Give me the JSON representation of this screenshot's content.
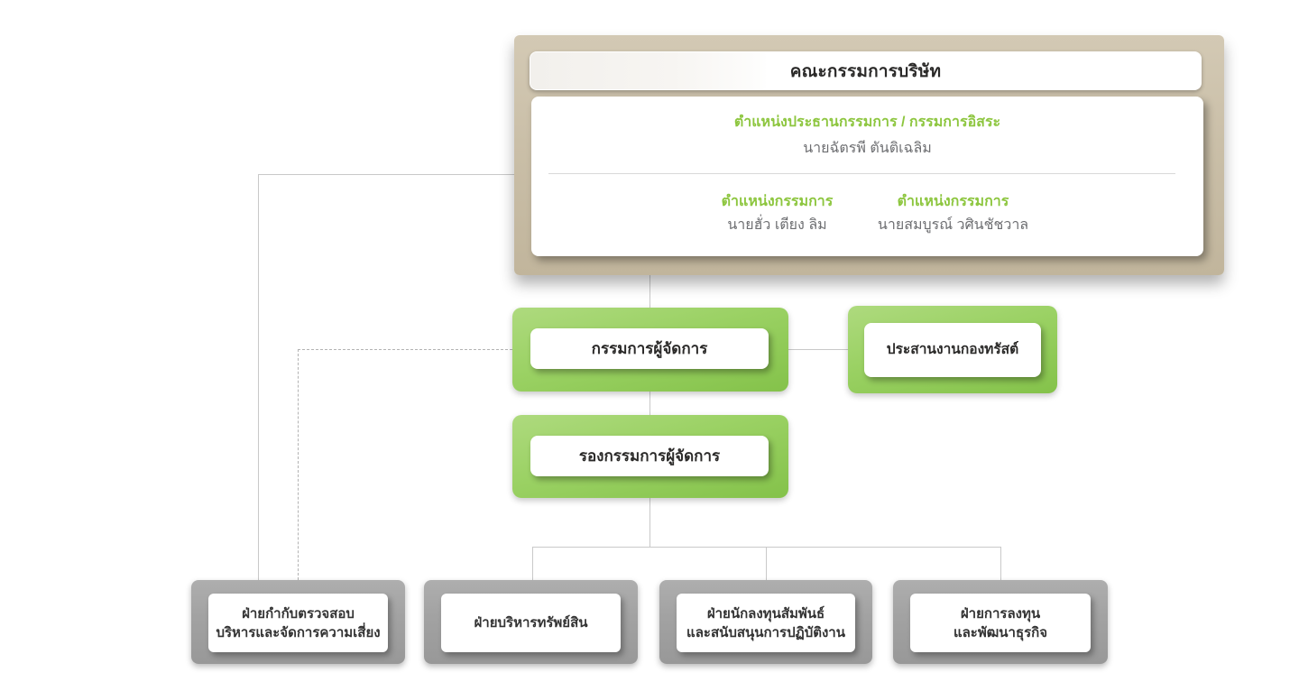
{
  "org_chart": {
    "board": {
      "title": "คณะกรรมการบริษัท",
      "chairman_role": "ตำแหน่งประธานกรรมการ / กรรมการอิสระ",
      "chairman_name": "นายฉัตรพี ตันติเฉลิม",
      "director1_role": "ตำแหน่งกรรมการ",
      "director1_name": "นายฮั่ว เตียง ลิม",
      "director2_role": "ตำแหน่งกรรมการ",
      "director2_name": "นายสมบูรณ์ วศินชัชวาล"
    },
    "nodes": {
      "managing_director": "กรรมการผู้จัดการ",
      "trust_coordination": "ประสานงานกองทรัสต์",
      "deputy_managing_director": "รองกรรมการผู้จัดการ",
      "dept_compliance_line1": "ฝ่ายกำกับตรวจสอบ",
      "dept_compliance_line2": "บริหารและจัดการความเสี่ยง",
      "dept_property": "ฝ่ายบริหารทรัพย์สิน",
      "dept_investor_relations_line1": "ฝ่ายนักลงทุนสัมพันธ์",
      "dept_investor_relations_line2": "และสนับสนุนการปฏิบัติงาน",
      "dept_investment_line1": "ฝ่ายการลงทุน",
      "dept_investment_line2": "และพัฒนาธุรกิจ"
    },
    "edges": [
      {
        "from": "board",
        "to": "managing_director",
        "style": "solid"
      },
      {
        "from": "managing_director",
        "to": "trust_coordination",
        "style": "solid"
      },
      {
        "from": "managing_director",
        "to": "deputy_managing_director",
        "style": "solid"
      },
      {
        "from": "board",
        "to": "dept_compliance",
        "style": "solid"
      },
      {
        "from": "managing_director",
        "to": "dept_compliance",
        "style": "dashed"
      },
      {
        "from": "deputy_managing_director",
        "to": "dept_property",
        "style": "solid"
      },
      {
        "from": "deputy_managing_director",
        "to": "dept_investor_relations",
        "style": "solid"
      },
      {
        "from": "deputy_managing_director",
        "to": "dept_investment",
        "style": "solid"
      }
    ],
    "colors": {
      "beige": "#cabfa8",
      "beige_light": "#d3c9b4",
      "green_top": "#aeda7e",
      "green_bottom": "#84c24a",
      "green_text": "#8dc63f",
      "gray_box": "#a3a3a3",
      "title_text": "#2b2a29",
      "name_text": "#6d6e71",
      "line": "#c9c9c9"
    }
  }
}
